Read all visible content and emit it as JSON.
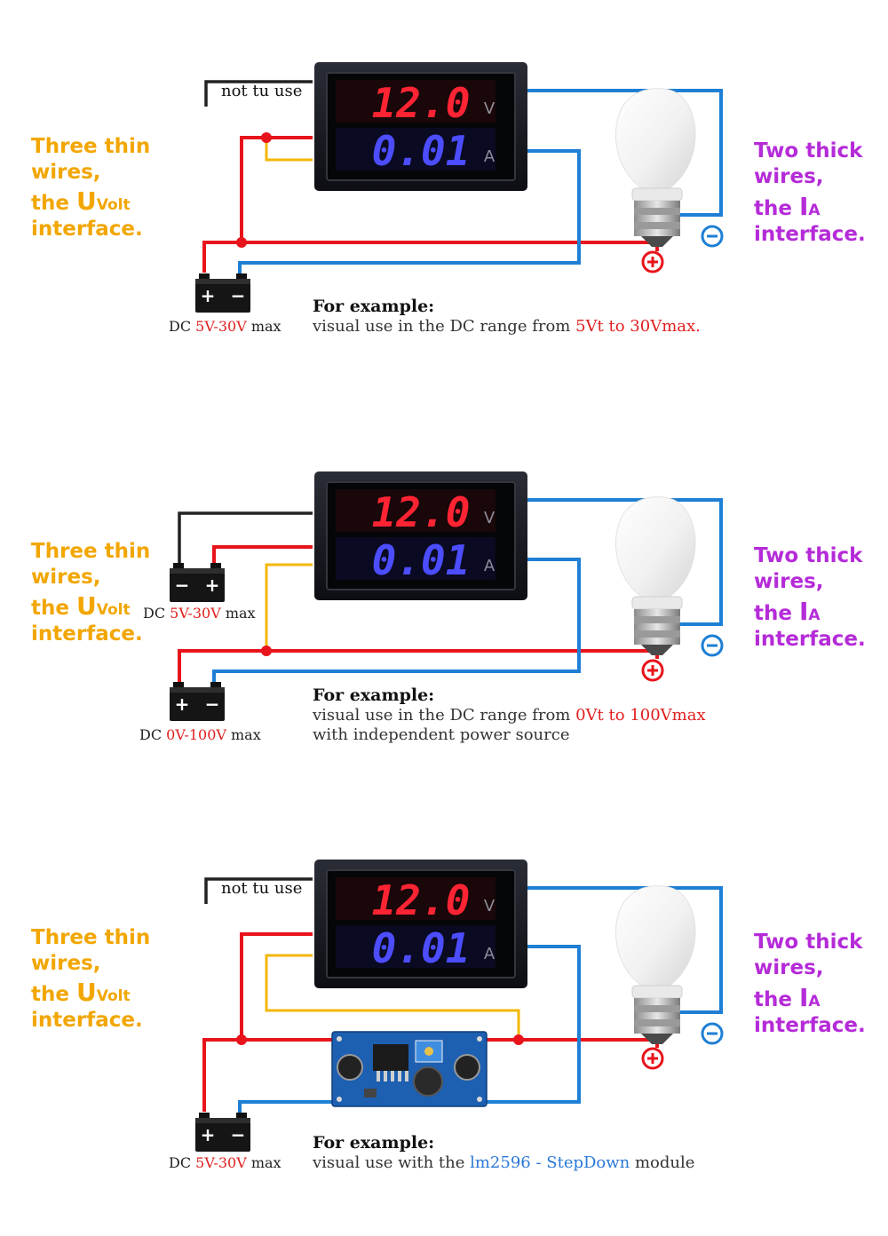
{
  "colors": {
    "red_wire": "#e8141b",
    "blue_wire": "#1e7fd4",
    "yellow_wire": "#f2b705",
    "black_wire": "#222222",
    "orange_text": "#f2a600",
    "purple_text": "#b52bd8",
    "red_text": "#e02020",
    "blue_text": "#2a78d6",
    "meter_body": "#16181f",
    "volt_digits": "#ff2433",
    "amp_digits": "#4c4dff"
  },
  "meter": {
    "volt_reading": "12.0",
    "amp_reading": "0.01",
    "volt_unit": "V",
    "amp_unit": "A"
  },
  "icons": {
    "plus": "+",
    "minus": "−"
  },
  "left_label": {
    "line1": "Three thin",
    "line2": "wires,",
    "line3_prefix": "the ",
    "line3_big": "U",
    "line3_sub": "Volt",
    "line4": "interface."
  },
  "right_label": {
    "line1": "Two thick",
    "line2": "wires,",
    "line3_prefix": "the ",
    "line3_big": "I",
    "line3_sub": "A",
    "line4": "interface."
  },
  "panel1": {
    "not_use": "not tu use",
    "supply_prefix": "DC ",
    "supply_range": "5V-30V",
    "supply_suffix": " max",
    "example_title": "For example:",
    "example_text": "visual use in the DC range from ",
    "example_highlight": "5Vt to 30Vmax."
  },
  "panel2": {
    "supply1_prefix": "DC ",
    "supply1_range": "5V-30V",
    "supply1_suffix": " max",
    "supply2_prefix": "DC ",
    "supply2_range": "0V-100V",
    "supply2_suffix": " max",
    "example_title": "For example:",
    "example_text": "visual use in the DC range from ",
    "example_highlight": "0Vt to 100Vmax",
    "example_line2": "with independent power source"
  },
  "panel3": {
    "not_use": "not tu use",
    "supply_prefix": "DC ",
    "supply_range": "5V-30V",
    "supply_suffix": " max",
    "example_title": "For example:",
    "example_text": "visual use with the ",
    "example_highlight": "lm2596 - StepDown",
    "example_suffix": " module"
  }
}
